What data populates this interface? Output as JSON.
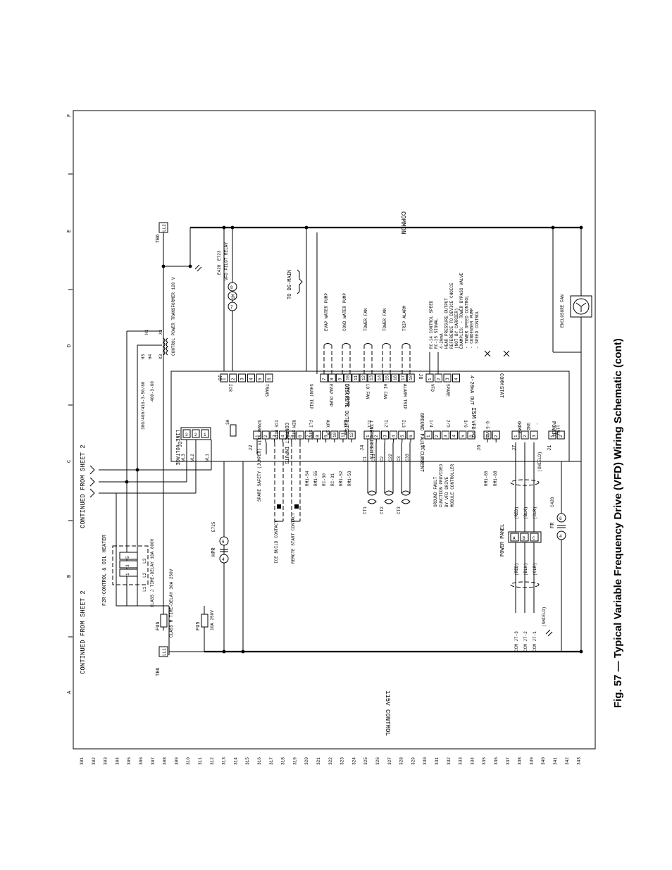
{
  "caption": "Fig. 57 — Typical Variable Frequency Drive (VFD) Wiring Schematic (cont)",
  "sheet_refs": {
    "continued_top": "CONTINUED FROM SHEET 2",
    "continued_bottom": "CONTINUED FROM SHEET 2"
  },
  "buses": {
    "control": "115V CONTROL",
    "common": "COMMON"
  },
  "zone_letters": [
    "A",
    "B",
    "C",
    "D",
    "E",
    "F"
  ],
  "row_numbers": [
    "301",
    "302",
    "303",
    "304",
    "305",
    "306",
    "307",
    "308",
    "309",
    "310",
    "311",
    "312",
    "313",
    "314",
    "315",
    "316",
    "317",
    "318",
    "319",
    "320",
    "321",
    "322",
    "323",
    "324",
    "325",
    "326",
    "327",
    "328",
    "329",
    "330",
    "331",
    "332",
    "333",
    "334",
    "335",
    "336",
    "337",
    "338",
    "339",
    "340",
    "341",
    "342",
    "343"
  ],
  "tb6": {
    "left": "TB6",
    "left_term": "LL1",
    "right": "TB6",
    "right_term": "LL2"
  },
  "fuses": {
    "fu6": "FU6",
    "fu6_rating": "CLASS M TIME-DELAY 30A 250V",
    "fu5": "FU5",
    "fu5_rating": "10A 250V",
    "fu_rating_main": "CLASS J TIME-DELAY 10A 600V"
  },
  "f2r": {
    "label": "F2R-CONTROL & OIL HEATER",
    "poles": [
      "L1",
      "L2",
      "L3"
    ],
    "terms": [
      "1",
      "3",
      "5"
    ]
  },
  "transformer": {
    "label": "CONTROL POWER TRANSFORMER 120 V",
    "x1": "X1",
    "x3": "X3",
    "h1": "H1",
    "h3": "H3",
    "h4": "H4",
    "v1": "380/400/416-3-50/60",
    "v2": "460-3-60"
  },
  "pilot": {
    "label": "VFD PILOT RELAY",
    "e428": "E428",
    "e723": "E723",
    "coil": "1M",
    "t7": "7",
    "t8": "8"
  },
  "to_ds": "TO DS-MAIN",
  "hpr": {
    "label": "HPR",
    "ref": "E725",
    "t4": "4",
    "t6": "6"
  },
  "fr": {
    "label": "FR",
    "ref": "C428",
    "t4": "4",
    "t6": "6"
  },
  "line_voltage": {
    "header": "LINE VOLTAGE",
    "conn": "J3",
    "terms": [
      "3",
      "2",
      "1"
    ],
    "wires": [
      "VL3",
      "VL2",
      "VL1"
    ]
  },
  "fuse_3a": "3A",
  "contact_inputs": {
    "header": "CONTACT INPUTS",
    "conn": "J2",
    "pins": [
      "1",
      "2",
      "3",
      "4",
      "5",
      "6",
      "7",
      "8",
      "9",
      "10",
      "11",
      "12"
    ],
    "groups": [
      "SPARE SFTY",
      "ICE BLD",
      "REM STRT",
      "FLT STRT",
      "AUX 1M",
      "AUX 2M"
    ],
    "wires": [
      "SPARE SAFETY (JUMPER)",
      "ICE BUILD CONTACT",
      "REMOTE START CONTACT",
      "RM1-54",
      "RM1-55",
      "RC-30",
      "RC-31",
      "RM1-52",
      "RM1-53"
    ]
  },
  "line_currents": {
    "header": "LINE CURRENTS",
    "conn": "J4",
    "groups": [
      "IL1",
      "IL2",
      "IL3"
    ],
    "pins": [
      "1",
      "2",
      "3",
      "4",
      "5",
      "6"
    ],
    "wires": [
      "C1",
      "C11",
      "C2",
      "C22",
      "C3",
      "C33"
    ],
    "cts": [
      "CT1",
      "CT2",
      "CT3"
    ]
  },
  "ground_fault": {
    "header": "GROUND FAULT CURRENT",
    "conn": "J5",
    "pins": [
      "1",
      "2",
      "3",
      "4",
      "5",
      "6"
    ],
    "groups": [
      "1/4",
      "2/5",
      "3/6"
    ],
    "note": "GROUND FAULT FUNCTION PROVIDED BY VFD DRIVE MODULE CONTROLLER"
  },
  "vfd_hz": {
    "header": "VFD HZ",
    "conn": "J6",
    "pins": [
      "1",
      "2"
    ],
    "sub": "0-5 VDC",
    "wires": [
      "RM1-65",
      "RM1-68"
    ]
  },
  "comm": {
    "header": "COMM",
    "conn": "J7",
    "pins": [
      "1",
      "2",
      "3"
    ],
    "groups": [
      "+",
      "GND",
      "-"
    ],
    "colors": [
      "(RED)",
      "(BLK)",
      "(CLR)"
    ],
    "shield": "(SHIELD)",
    "panel": "POWER PANEL",
    "panel_terms": [
      "A",
      "B",
      "C"
    ],
    "ccm": [
      "CCM J7-3",
      "CCM J7-2",
      "CCM J7-1"
    ]
  },
  "power": {
    "header": "POWER",
    "conn": "J1",
    "pins": [
      "1",
      "2"
    ],
    "sub": "115V"
  },
  "discrete_outputs": {
    "header": "DISCRETE OUTPUTS",
    "conn": "J9",
    "conn8": "J8",
    "pins": [
      "1",
      "2",
      "3",
      "4",
      "5",
      "6",
      "7",
      "8",
      "9",
      "10",
      "11",
      "12",
      "13",
      "14",
      "15",
      "16",
      "17",
      "18"
    ],
    "groups": [
      "ICR",
      "TRANS",
      "SHUNT TRIP",
      "EVAP PUMP",
      "COND PUMP",
      "LO FAN",
      "HI FAN",
      "ALARM TRIP"
    ],
    "loads": [
      "EVAP WATER PUMP",
      "COND WATER PUMP",
      "TOWER FAN",
      "TOWER FAN",
      "TRIP ALARM"
    ]
  },
  "analog_out": {
    "header": "4-20mA OUT",
    "pins": [
      "1",
      "2",
      "3",
      "4"
    ],
    "groups": [
      "VFD",
      "SPARE"
    ],
    "notes": [
      "RC-14 CONTROL SPEED",
      "RC-15 SIGNAL",
      "4-20mA",
      "HEAD PRESSURE OUTPUT",
      "REFERENCE TO DEVICE CHOICE",
      "(NOT BY CARRIER)",
      "EXAMPLES: - TOWER BYPASS VALVE",
      "- TOWER SPEED CONTROL",
      "- CONDENSER PUMP",
      "- SPEED CONTROL"
    ]
  },
  "ism": {
    "label": "ISM",
    "stat": "STAT",
    "comm": "COMM"
  },
  "fan": {
    "label": "ENCLOSURE FAN"
  }
}
